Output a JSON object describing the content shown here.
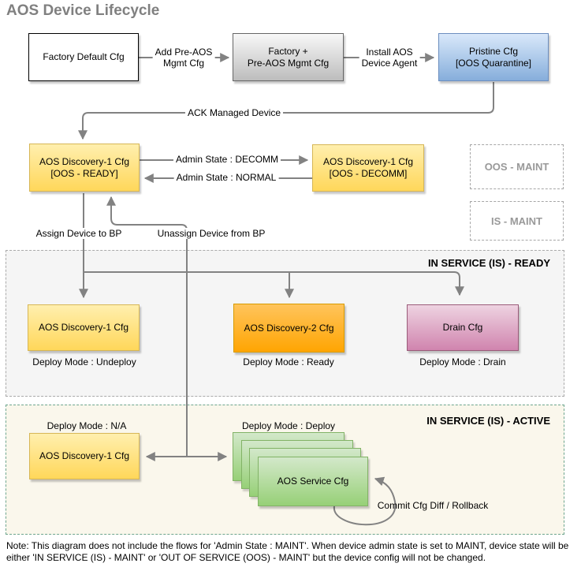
{
  "title": "AOS Device Lifecycle",
  "colors": {
    "connector": "#828282",
    "yellow_border": "#d6b656",
    "orange_border": "#d79b00",
    "blue_border": "#6c8ebf",
    "green_border": "#82b366",
    "pink_border": "#9a5b79",
    "ready_section_bg": "#f5f5f5",
    "active_section_bg": "#faf7ec",
    "active_section_border": "#6da58e"
  },
  "nodes": {
    "factory_default": {
      "label": "Factory Default Cfg"
    },
    "factory_preaos": {
      "label": "Factory +\nPre-AOS Mgmt Cfg"
    },
    "pristine": {
      "label": "Pristine Cfg\n[OOS Quarantine]"
    },
    "oos_ready": {
      "label": "AOS Discovery-1 Cfg\n[OOS - READY]"
    },
    "oos_decomm": {
      "label": "AOS Discovery-1 Cfg\n[OOS - DECOMM]"
    },
    "oos_maint": {
      "label": "OOS - MAINT"
    },
    "is_maint": {
      "label": "IS - MAINT"
    },
    "ready_discovery1": {
      "label": "AOS Discovery-1 Cfg",
      "caption": "Deploy Mode : Undeploy"
    },
    "ready_discovery2": {
      "label": "AOS Discovery-2 Cfg",
      "caption": "Deploy Mode : Ready"
    },
    "ready_drain": {
      "label": "Drain Cfg",
      "caption": "Deploy Mode : Drain"
    },
    "active_discovery1": {
      "label": "AOS Discovery-1 Cfg",
      "caption": "Deploy Mode : N/A"
    },
    "active_service": {
      "label": "AOS Service Cfg",
      "caption": "Deploy Mode : Deploy"
    }
  },
  "sections": {
    "ready": {
      "label": "IN SERVICE (IS) - READY"
    },
    "active": {
      "label": "IN SERVICE (IS) - ACTIVE"
    }
  },
  "edges": {
    "add_preaos": "Add Pre-AOS\nMgmt Cfg",
    "install_agent": "Install AOS\nDevice Agent",
    "ack": "ACK Managed Device",
    "decomm": "Admin State : DECOMM",
    "normal": "Admin State : NORMAL",
    "assign": "Assign Device to BP",
    "unassign": "Unassign Device from BP",
    "commit": "Commit Cfg Diff / Rollback"
  },
  "note": "Note: This diagram does not include the flows for 'Admin State : MAINT'. When device admin state is set to MAINT, device state will be\neither 'IN SERVICE (IS) - MAINT' or 'OUT OF SERVICE (OOS) - MAINT' but the device config will not be changed."
}
